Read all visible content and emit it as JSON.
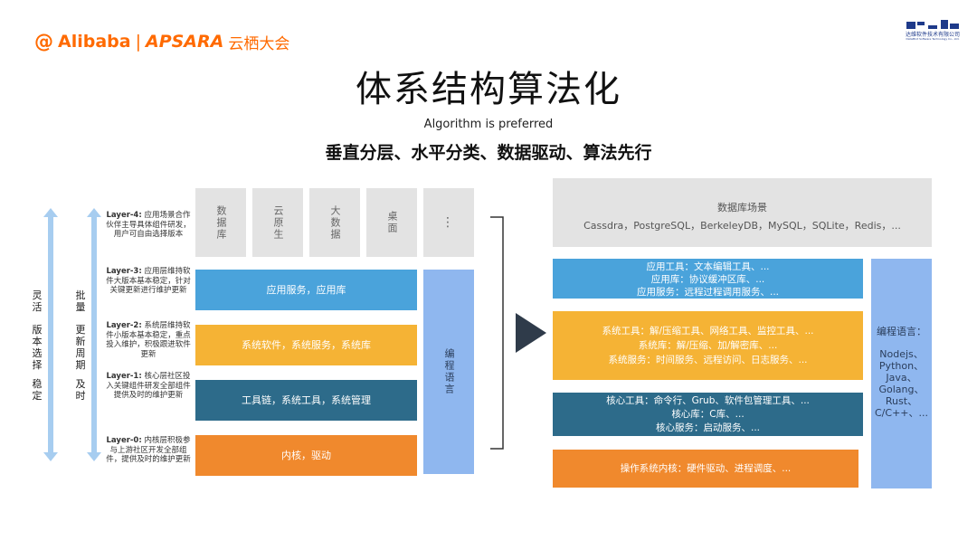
{
  "header": {
    "brand_mark": "@",
    "brand_alibaba": "Alibaba",
    "brand_sep": "|",
    "brand_apsara": "APSARA",
    "brand_yunqi": "云栖大会",
    "corp_name": "达维软件技术有限公司",
    "corp_sub": "DataMint Software Technology Co., Ltd."
  },
  "title": "体系结构算法化",
  "subtitle": "Algorithm is preferred",
  "tagline": "垂直分层、水平分类、数据驱动、算法先行",
  "left_arrows": {
    "outer_top": "灵活",
    "outer_mid": "版本选择",
    "outer_bottom": "稳定",
    "inner_top": "批量",
    "inner_mid": "更新周期",
    "inner_bottom": "及时"
  },
  "layers": [
    {
      "name": "Layer-4:",
      "desc": "应用场景合作伙伴主导具体组件研发，用户可自由选择版本"
    },
    {
      "name": "Layer-3:",
      "desc": "应用层维持软件大版本基本稳定，针对关键更新进行维护更新"
    },
    {
      "name": "Layer-2:",
      "desc": "系统层维持软件小版本基本稳定，重点投入维护，积极跟进软件更新"
    },
    {
      "name": "Layer-1:",
      "desc": "核心层社区投入关键组件研发全部组件提供及时的维护更新"
    },
    {
      "name": "Layer-0:",
      "desc": "内核层积极参与上游社区开发全部组件，提供及时的维护更新"
    }
  ],
  "scenarios": [
    "数据库",
    "云原生",
    "大数据",
    "桌面",
    "⋮"
  ],
  "left_boxes": {
    "app": "应用服务，应用库",
    "system": "系统软件，系统服务，系统库",
    "core": "工具链，系统工具，系统管理",
    "kernel": "内核，驱动",
    "lang": "编程语言"
  },
  "right": {
    "db_title": "数据库场景",
    "db_list": "Cassdra，PostgreSQL，BerkeleyDB，MySQL，SQLite，Redis，...",
    "app_lines": [
      "应用工具：文本编辑工具、...",
      "应用库：协议缓冲区库、...",
      "应用服务：远程过程调用服务、..."
    ],
    "sys_lines": [
      "系统工具：解/压缩工具、网络工具、监控工具、...",
      "系统库：解/压缩、加/解密库、...",
      "系统服务：时间服务、远程访问、日志服务、..."
    ],
    "core_lines": [
      "核心工具：命令行、Grub、软件包管理工具、...",
      "核心库：C库、...",
      "核心服务：启动服务、..."
    ],
    "kernel_line": "操作系统内核：硬件驱动、进程调度、...",
    "lang_title": "编程语言：",
    "lang_list": [
      "Nodejs、",
      "Python、",
      "Java、",
      "Golang、",
      "Rust、",
      "C/C++、..."
    ]
  },
  "colors": {
    "brand": "#ff6a00",
    "blue": "#4aa3db",
    "yellow": "#f5b335",
    "teal": "#2d6b8a",
    "orange": "#f0892d",
    "lang": "#8fb7ef",
    "gray": "#e3e3e3",
    "arrow": "#a7cdf0"
  }
}
